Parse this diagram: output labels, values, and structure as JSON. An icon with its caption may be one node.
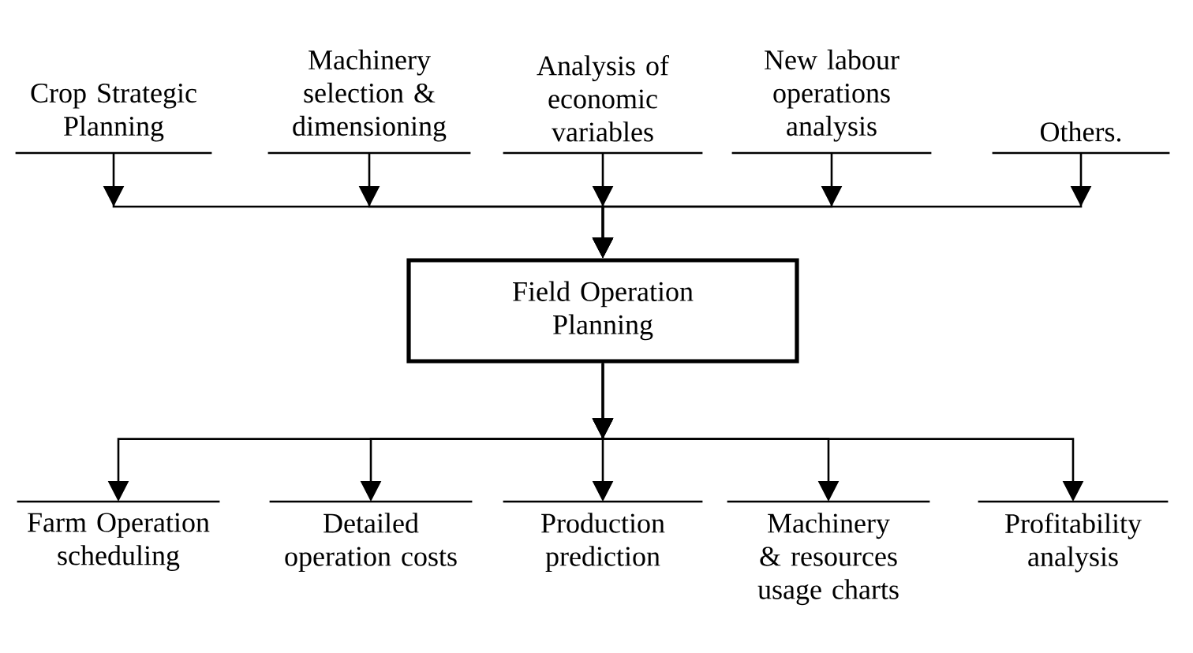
{
  "diagram": {
    "nodes": [
      {
        "text": [
          "Crop Strategic Planning"
        ]
      },
      {
        "text": [
          "Machinery selection & dimensioning"
        ]
      },
      {
        "text": [
          "Analysis of economic variables"
        ]
      },
      {
        "text": [
          "New labour operations analysis"
        ]
      },
      {
        "text": [
          "Others."
        ]
      },
      {
        "text": [
          "Field Operation Planning"
        ]
      },
      {
        "text": [
          "Farm Operation scheduling"
        ]
      },
      {
        "text": [
          "Detailed operation costs"
        ]
      },
      {
        "text": [
          "Production prediction"
        ]
      },
      {
        "text": [
          "Machinery & resources usage charts"
        ]
      },
      {
        "text": [
          "Profitability analysis"
        ]
      }
    ],
    "edges": [
      {
        "from": 0,
        "to": 5,
        "arrow": "to"
      },
      {
        "from": 1,
        "to": 5,
        "arrow": "to"
      },
      {
        "from": 2,
        "to": 5,
        "arrow": "to"
      },
      {
        "from": 3,
        "to": 5,
        "arrow": "to"
      },
      {
        "from": 4,
        "to": 5,
        "arrow": "to"
      },
      {
        "from": 5,
        "to": 6,
        "arrow": "to"
      },
      {
        "from": 5,
        "to": 7,
        "arrow": "to"
      },
      {
        "from": 5,
        "to": 8,
        "arrow": "to"
      },
      {
        "from": 5,
        "to": 9,
        "arrow": "to"
      },
      {
        "from": 5,
        "to": 10,
        "arrow": "to"
      }
    ]
  }
}
